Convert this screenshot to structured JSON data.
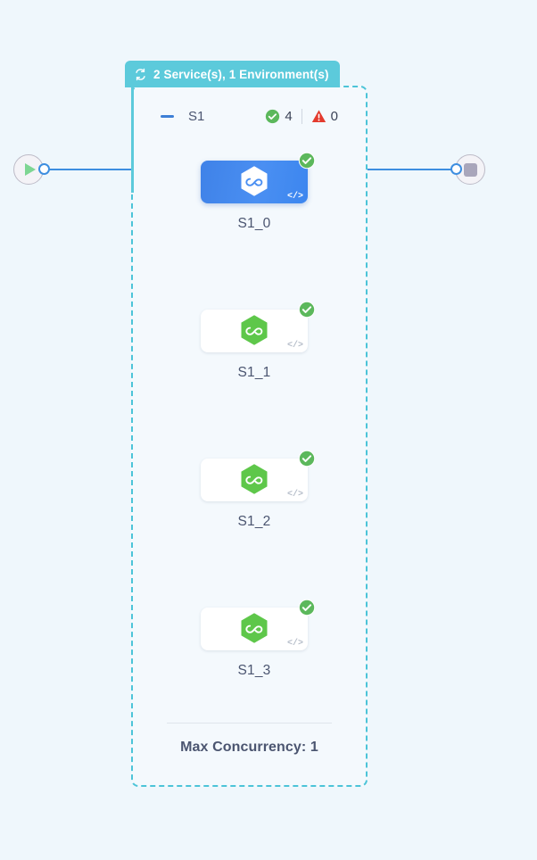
{
  "canvas": {
    "background_color": "#eff7fc"
  },
  "start_node": {
    "name": "start-node",
    "icon": "play-icon",
    "icon_color": "#7ed693"
  },
  "end_node": {
    "name": "end-node",
    "icon": "stop-icon",
    "icon_color": "#a9a6bb"
  },
  "connector": {
    "color": "#3d8ee0",
    "port_icon": "port-handle-icon"
  },
  "group": {
    "header": {
      "icon": "sync-icon",
      "label": "2 Service(s), 1 Environment(s)",
      "background_color": "#5ccadb",
      "text_color": "#ffffff"
    },
    "border_color": "#4cc4d8",
    "collapse_icon": "minus-icon",
    "name": "S1",
    "status": {
      "success_icon": "check-circle-icon",
      "success_count": "4",
      "success_color": "#5cb85c",
      "warning_icon": "warning-triangle-icon",
      "warning_count": "0",
      "warning_color": "#e33b2e"
    },
    "footer": {
      "label": "Max Concurrency: 1"
    }
  },
  "nodes": [
    {
      "id": "S1_0",
      "label": "S1_0",
      "selected": true,
      "icon": "hexagon-infinity-icon",
      "icon_color": "#ffffff",
      "status_icon": "check-circle-icon",
      "code_icon": "code-icon",
      "code_glyph": "</>"
    },
    {
      "id": "S1_1",
      "label": "S1_1",
      "selected": false,
      "icon": "hexagon-infinity-icon",
      "icon_color": "#5ec74a",
      "status_icon": "check-circle-icon",
      "code_icon": "code-icon",
      "code_glyph": "</>"
    },
    {
      "id": "S1_2",
      "label": "S1_2",
      "selected": false,
      "icon": "hexagon-infinity-icon",
      "icon_color": "#5ec74a",
      "status_icon": "check-circle-icon",
      "code_icon": "code-icon",
      "code_glyph": "</>"
    },
    {
      "id": "S1_3",
      "label": "S1_3",
      "selected": false,
      "icon": "hexagon-infinity-icon",
      "icon_color": "#5ec74a",
      "status_icon": "check-circle-icon",
      "code_icon": "code-icon",
      "code_glyph": "</>"
    }
  ]
}
